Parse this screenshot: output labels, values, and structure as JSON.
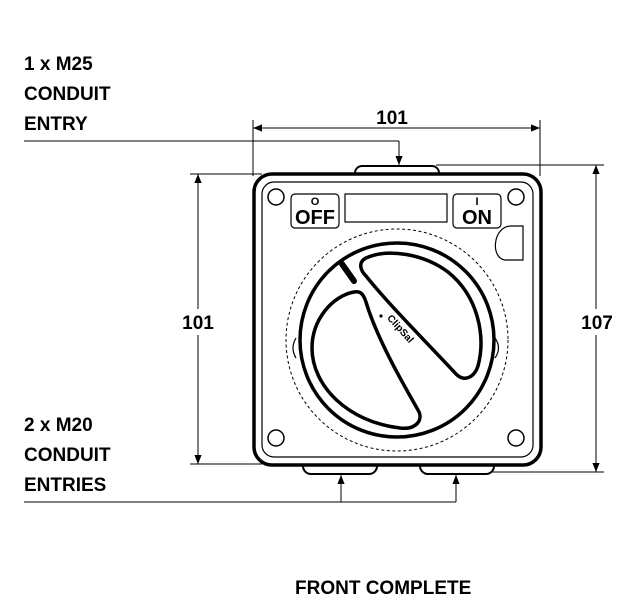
{
  "labels": {
    "top_entry": [
      "1 x M25",
      "CONDUIT",
      "ENTRY"
    ],
    "bottom_entries": [
      "2 x M20",
      "CONDUIT",
      "ENTRIES"
    ],
    "caption": "FRONT COMPLETE"
  },
  "dimensions": {
    "width": "101",
    "height_inner": "101",
    "height_outer": "107"
  },
  "switch": {
    "off_label": "OFF",
    "off_symbol": "O",
    "on_label": "ON",
    "on_symbol": "I",
    "brand": "ClipSal"
  }
}
